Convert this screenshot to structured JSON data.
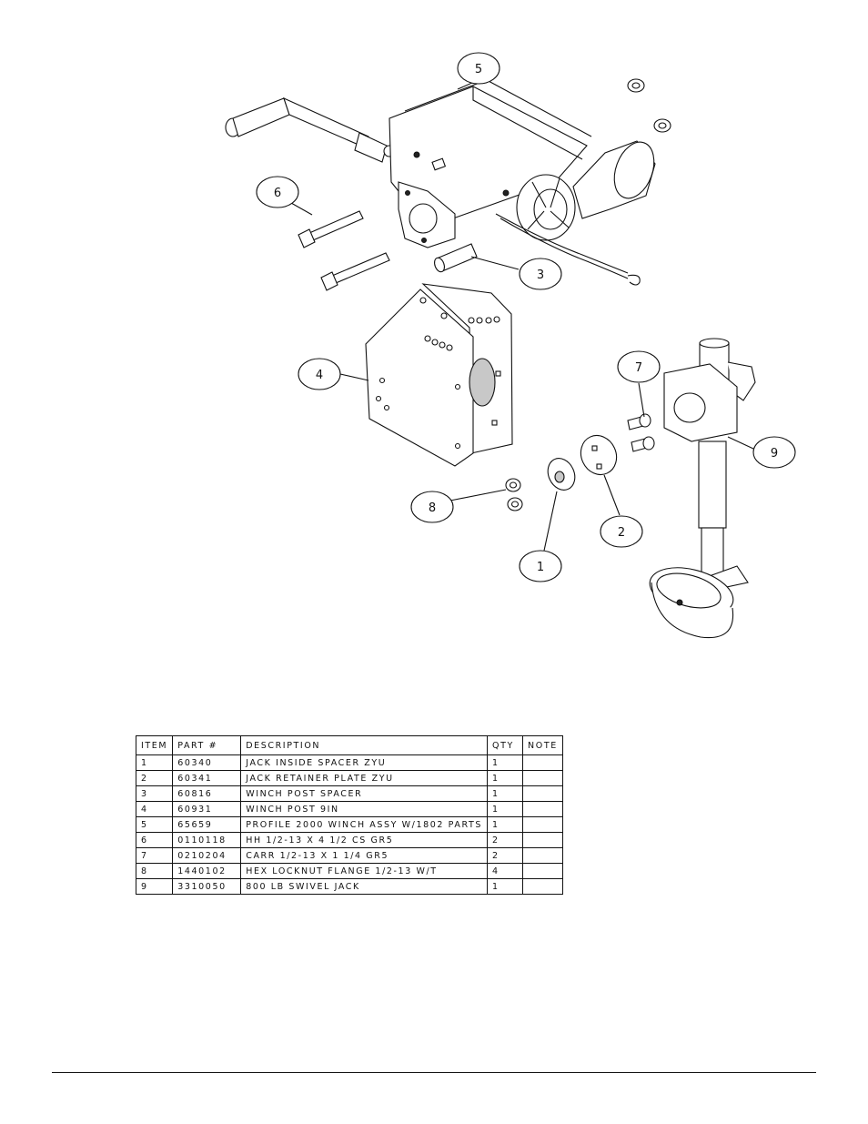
{
  "callouts": [
    {
      "label": "5"
    },
    {
      "label": "6"
    },
    {
      "label": "3"
    },
    {
      "label": "4"
    },
    {
      "label": "7"
    },
    {
      "label": "9"
    },
    {
      "label": "8"
    },
    {
      "label": "2"
    },
    {
      "label": "1"
    }
  ],
  "table": {
    "headers": [
      "ITEM",
      "PART #",
      "DESCRIPTION",
      "QTY",
      "NOTE"
    ],
    "rows": [
      {
        "item": "1",
        "part": "60340",
        "description": "JACK INSIDE SPACER ZYU",
        "qty": "1",
        "note": ""
      },
      {
        "item": "2",
        "part": "60341",
        "description": "JACK RETAINER PLATE ZYU",
        "qty": "1",
        "note": ""
      },
      {
        "item": "3",
        "part": "60816",
        "description": "WINCH POST SPACER",
        "qty": "1",
        "note": ""
      },
      {
        "item": "4",
        "part": "60931",
        "description": "WINCH POST 9IN",
        "qty": "1",
        "note": ""
      },
      {
        "item": "5",
        "part": "65659",
        "description": "PROFILE 2000 WINCH ASSY W/1802 PARTS",
        "qty": "1",
        "note": ""
      },
      {
        "item": "6",
        "part": "0110118",
        "description": "HH 1/2-13 X 4 1/2 CS GR5",
        "qty": "2",
        "note": ""
      },
      {
        "item": "7",
        "part": "0210204",
        "description": "CARR 1/2-13 X 1 1/4 GR5",
        "qty": "2",
        "note": ""
      },
      {
        "item": "8",
        "part": "1440102",
        "description": "HEX LOCKNUT FLANGE 1/2-13 W/T",
        "qty": "4",
        "note": ""
      },
      {
        "item": "9",
        "part": "3310050",
        "description": "800 LB SWIVEL JACK",
        "qty": "1",
        "note": ""
      }
    ]
  }
}
